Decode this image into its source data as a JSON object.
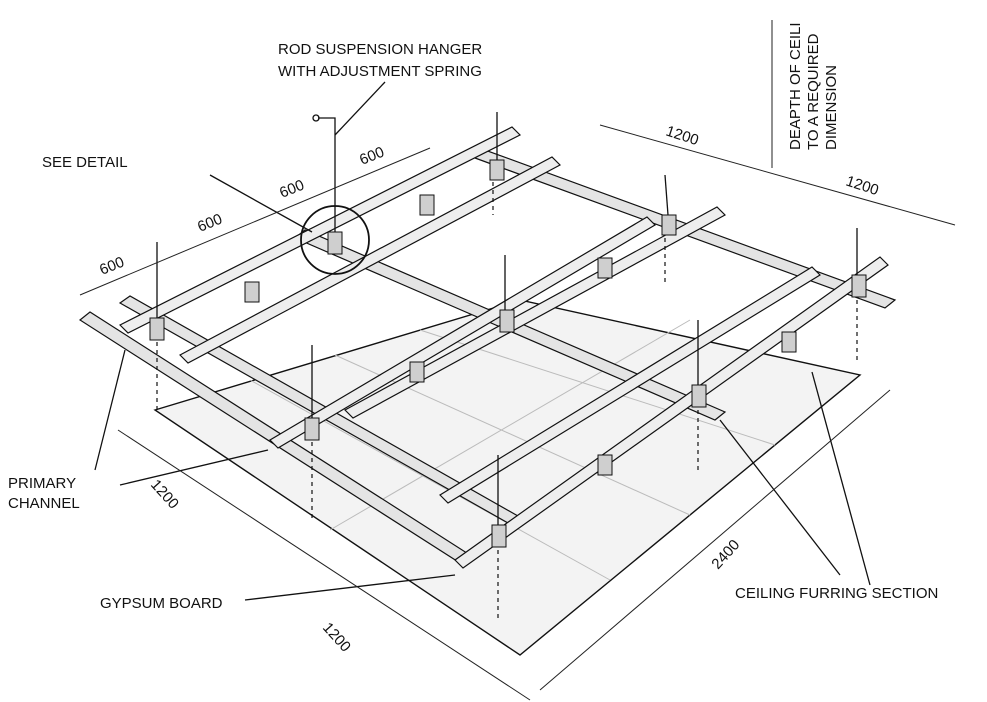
{
  "labels": {
    "rod_hanger_line1": "ROD SUSPENSION HANGER",
    "rod_hanger_line2": "WITH ADJUSTMENT SPRING",
    "see_detail": "SEE DETAIL",
    "primary_channel_line1": "PRIMARY",
    "primary_channel_line2": "CHANNEL",
    "gypsum_board": "GYPSUM BOARD",
    "ceiling_furring": "CEILING FURRING SECTION",
    "depth_line1": "DEAPTH OF CEILI",
    "depth_line2": "TO A REQUIRED",
    "depth_line3": "DIMENSION"
  },
  "dimensions": {
    "d600_a": "600",
    "d600_b": "600",
    "d600_c": "600",
    "d600_d": "600",
    "d1200_top": "1200",
    "d1200_right": "1200",
    "d1200_left_upper": "1200",
    "d1200_left_lower": "1200",
    "d2400": "2400"
  }
}
